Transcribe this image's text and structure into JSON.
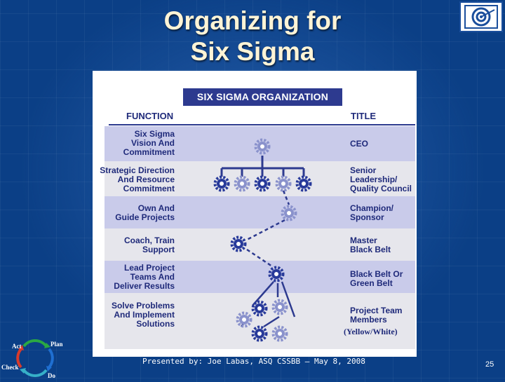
{
  "slide": {
    "title_line1": "Organizing for",
    "title_line2": "Six Sigma",
    "footer": "Presented by: Joe Labas, ASQ  CSSBB – May 8, 2008",
    "page_number": "25"
  },
  "diagram": {
    "banner": "SIX SIGMA ORGANIZATION",
    "function_header": "FUNCTION",
    "title_header": "TITLE",
    "rows": [
      {
        "function": [
          "Six Sigma",
          "Vision And",
          "Commitment"
        ],
        "title": [
          "CEO"
        ]
      },
      {
        "function": [
          "Strategic Direction",
          "And Resource",
          "Commitment"
        ],
        "title": [
          "Senior",
          "Leadership/",
          "Quality Council"
        ]
      },
      {
        "function": [
          "Own And",
          "Guide Projects"
        ],
        "title": [
          "Champion/",
          "Sponsor"
        ]
      },
      {
        "function": [
          "Coach, Train",
          "Support"
        ],
        "title": [
          "Master",
          "Black Belt"
        ]
      },
      {
        "function": [
          "Lead Project",
          "Teams And",
          "Deliver Results"
        ],
        "title": [
          "Black Belt Or",
          "Green Belt"
        ]
      },
      {
        "function": [
          "Solve Problems",
          "And Implement",
          "Solutions"
        ],
        "title": [
          "Project Team",
          "Members"
        ]
      }
    ],
    "team_note": "(Yellow/White)"
  },
  "pdca": {
    "act": "Act",
    "plan": "Plan",
    "check": "Check",
    "do": "Do"
  },
  "colors": {
    "band_dark": "#c9cbea",
    "band_light": "#e6e6ec",
    "gear_dark": "#283a9a",
    "gear_light": "#8a92cc"
  },
  "icons": [
    "target-logo-icon",
    "gear-icon",
    "pdca-cycle-icon"
  ]
}
